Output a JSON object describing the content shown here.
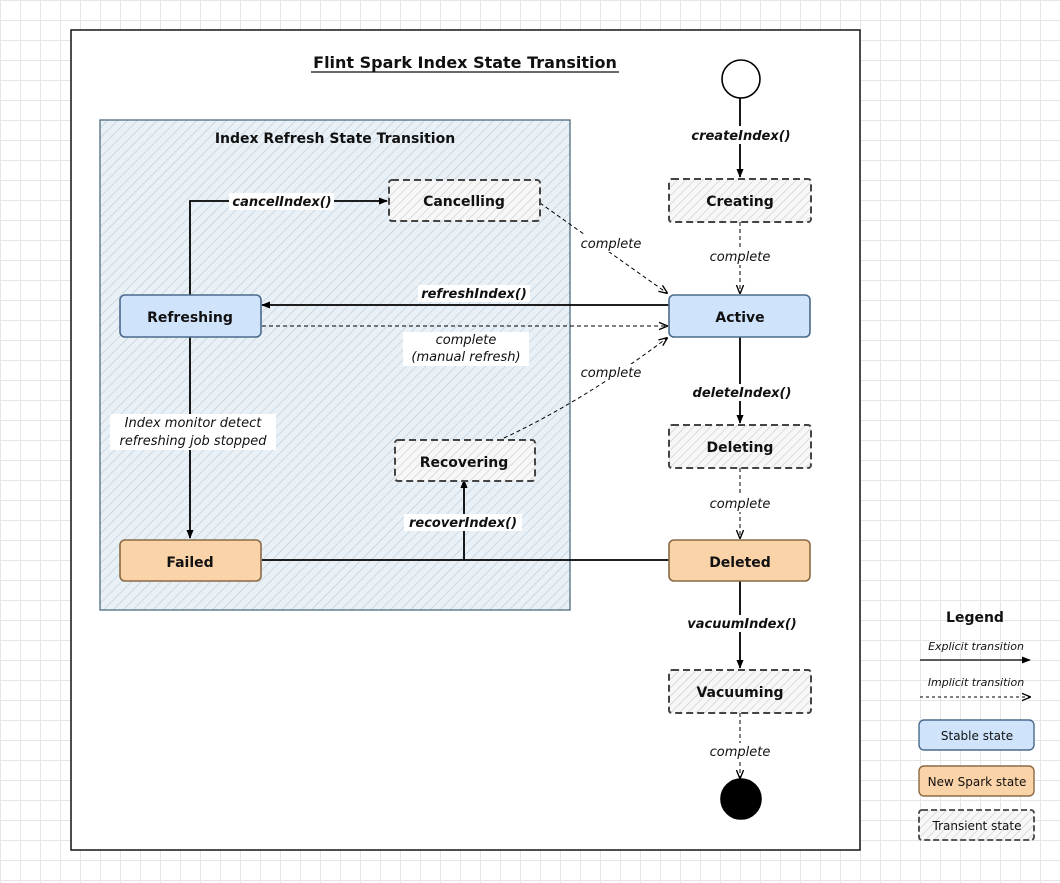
{
  "title": "Flint Spark Index State Transition",
  "subgraph": {
    "title": "Index Refresh State Transition"
  },
  "states": {
    "creating": "Creating",
    "active": "Active",
    "refreshing": "Refreshing",
    "cancelling": "Cancelling",
    "recovering": "Recovering",
    "failed": "Failed",
    "deleting": "Deleting",
    "deleted": "Deleted",
    "vacuuming": "Vacuuming"
  },
  "transitions": {
    "create": "createIndex()",
    "creating_complete": "complete",
    "refresh": "refreshIndex()",
    "manual_complete_1": "complete",
    "manual_complete_2": "(manual refresh)",
    "cancel": "cancelIndex()",
    "cancel_complete": "complete",
    "recover_complete": "complete",
    "monitor_1": "Index monitor detect",
    "monitor_2": "refreshing job stopped",
    "recover": "recoverIndex()",
    "delete": "deleteIndex()",
    "deleting_complete": "complete",
    "vacuum": "vacuumIndex()",
    "vacuum_complete": "complete"
  },
  "legend": {
    "title": "Legend",
    "explicit": "Explicit transition",
    "implicit": "Implicit transition",
    "stable": "Stable state",
    "new_spark": "New Spark state",
    "transient": "Transient state"
  },
  "colors": {
    "stable_fill": "#cfe4fb",
    "stable_stroke": "#4b6a8c",
    "new_spark_fill": "#fbd3a8",
    "new_spark_stroke": "#8a6a45",
    "transient_fill": "#f4f4f4",
    "subgraph_fill": "#eaf1f6",
    "subgraph_stroke": "#4f6b80"
  }
}
